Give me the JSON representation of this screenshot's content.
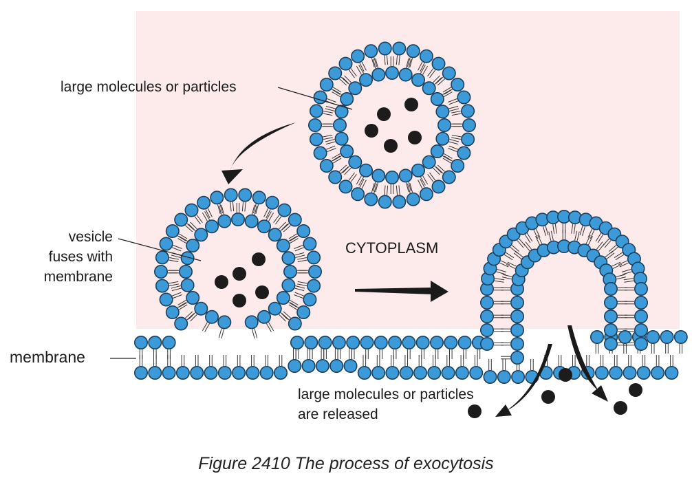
{
  "labels": {
    "top_cargo": "large molecules or particles",
    "vesicle_line1": "vesicle",
    "vesicle_line2": "fuses with",
    "vesicle_line3": "membrane",
    "cytoplasm": "CYTOPLASM",
    "membrane": "membrane",
    "released_line1": "large molecules or particles",
    "released_line2": "are released"
  },
  "caption": "Figure 2410 The process of exocytosis",
  "colors": {
    "cytoplasm_fill": "#fcebea",
    "head_fill": "#3d9ad8",
    "head_stroke": "#1b3f5c",
    "particle": "#1c1c1c",
    "tail": "#333333"
  }
}
